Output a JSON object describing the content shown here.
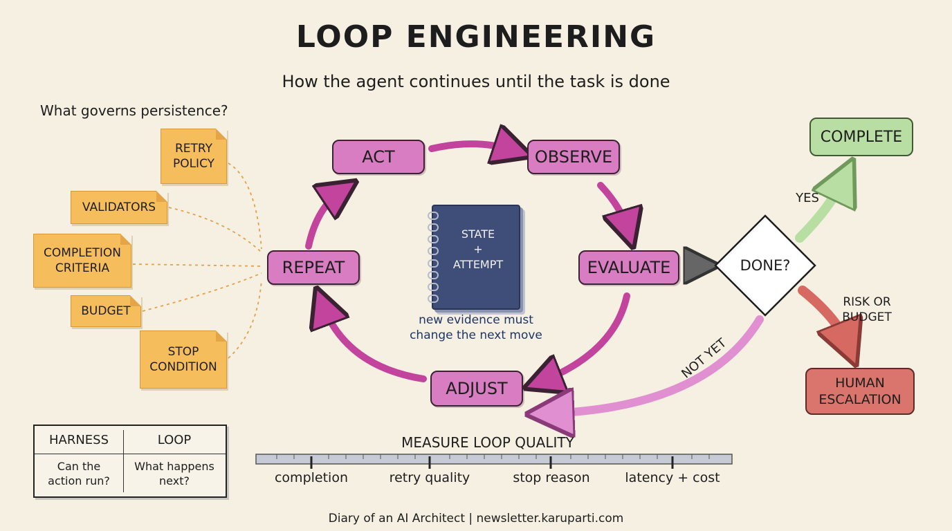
{
  "title": "LOOP ENGINEERING",
  "subtitle": "How the agent continues until the task is done",
  "question": "What governs persistence?",
  "factors": [
    "RETRY\nPOLICY",
    "VALIDATORS",
    "COMPLETION\nCRITERIA",
    "BUDGET",
    "STOP\nCONDITION"
  ],
  "loop": {
    "act": "ACT",
    "observe": "OBSERVE",
    "evaluate": "EVALUATE",
    "adjust": "ADJUST",
    "repeat": "REPEAT"
  },
  "notebook": {
    "line1": "STATE",
    "line2": "+",
    "line3": "ATTEMPT"
  },
  "notebook_caption": "new evidence must\nchange the next move",
  "decision": "DONE?",
  "yes_label": "YES",
  "not_yet_label": "NOT YET",
  "risk_label": "RISK OR\nBUDGET",
  "complete": "COMPLETE",
  "escalation": "HUMAN\nESCALATION",
  "comparison": {
    "headers": [
      "HARNESS",
      "LOOP"
    ],
    "cells": [
      "Can the\naction run?",
      "What happens\nnext?"
    ]
  },
  "measure": {
    "title": "MEASURE LOOP QUALITY",
    "ticks": [
      "completion",
      "retry quality",
      "stop reason",
      "latency + cost"
    ]
  },
  "footer": "Diary of an AI Architect  |  newsletter.karuparti.com",
  "colors": {
    "background": "#f6f0e2",
    "loop_step": "#d87dc2",
    "factor_note": "#f6bd5c",
    "complete": "#b9dea4",
    "escalation": "#d9756c",
    "notebook": "#3f4e78"
  }
}
